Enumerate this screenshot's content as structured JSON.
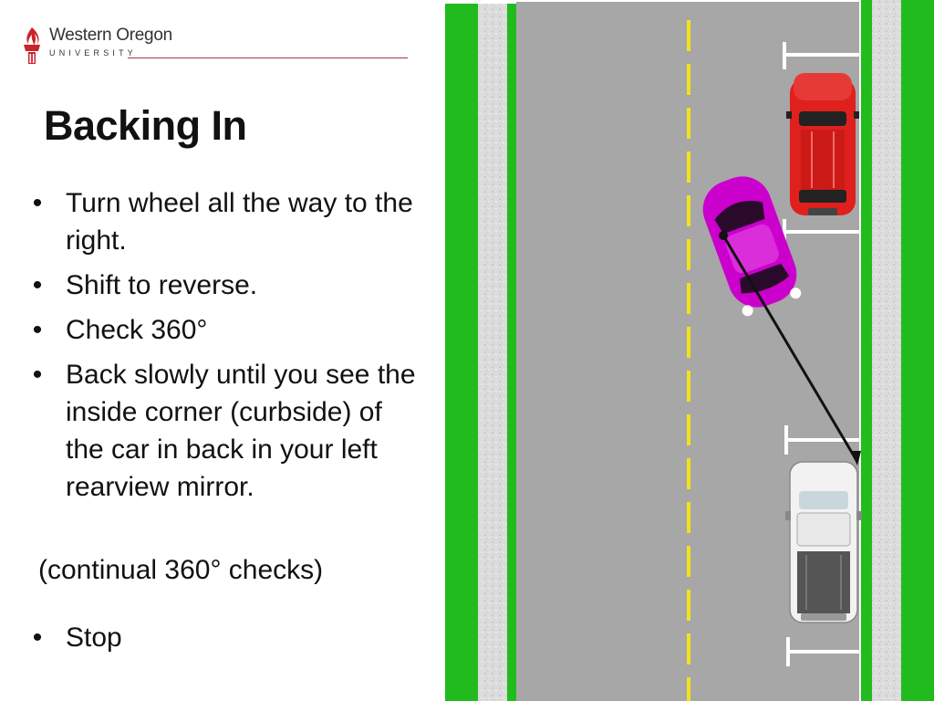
{
  "logo": {
    "name": "Western Oregon",
    "subtitle": "UNIVERSITY",
    "icon": "torch-flame-icon"
  },
  "colors": {
    "accent_red": "#a5363b",
    "grass": "#22bb1e",
    "road": "#a7a7a7",
    "center_line": "#f3e21a",
    "car_red": "#e0201c",
    "car_magenta": "#cc00cc",
    "car_white": "#f2f2f2"
  },
  "title": "Backing In",
  "bullets": [
    {
      "text": "Turn wheel all the way to the right."
    },
    {
      "text": "Shift to reverse."
    },
    {
      "text": "Check 360°"
    },
    {
      "text": "Back slowly until you see the inside corner (curbside) of the car in back in your left rearview mirror."
    }
  ],
  "note": "(continual 360° checks)",
  "final_bullet": "Stop",
  "bullet_char": "•"
}
